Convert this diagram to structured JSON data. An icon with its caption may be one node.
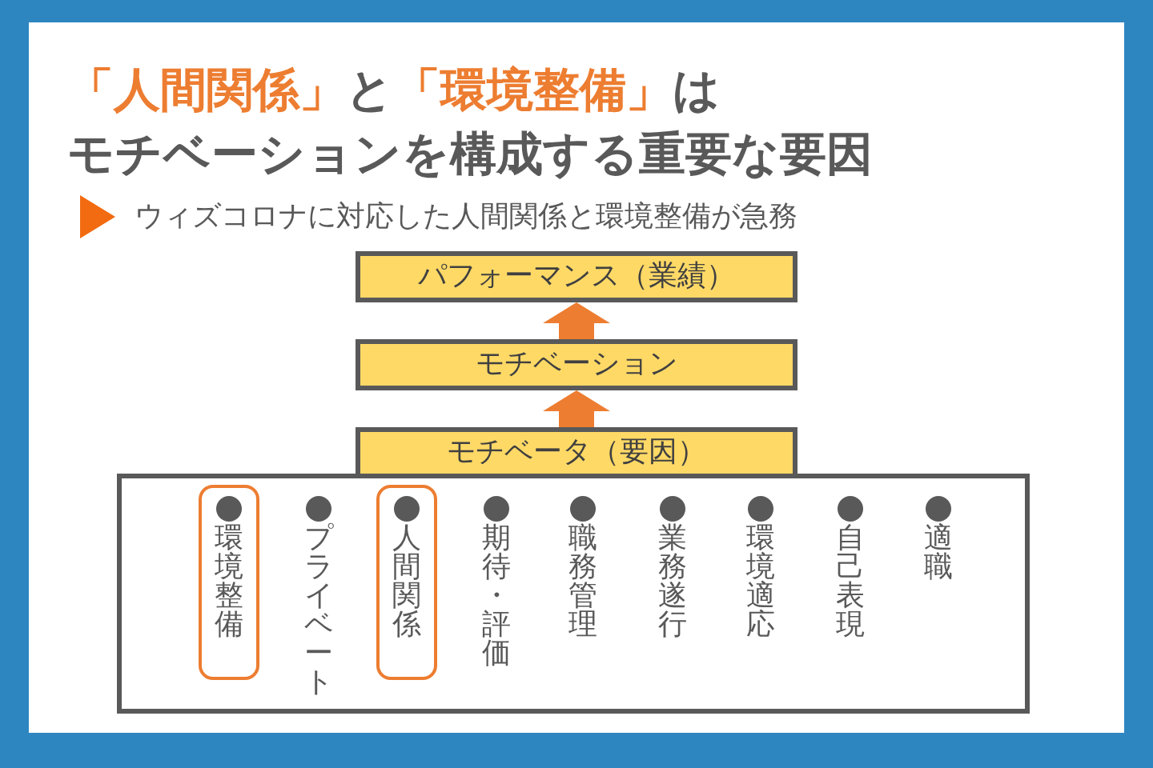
{
  "diagram": {
    "title": "**「人間関係」**と**「環境整備」**はモチベーションを構成する重要な要因",
    "nodes": [
      {
        "text": [
          "パフォーマンス（業績）"
        ]
      },
      {
        "text": [
          "モチベーション"
        ]
      },
      {
        "text": [
          "モチベータ（要因）"
        ]
      },
      {
        "text": [],
        "shape": "box"
      },
      {
        "text": [
          "環境整備"
        ],
        "in": 3
      },
      {
        "text": [
          "プライベート"
        ],
        "in": 3
      },
      {
        "text": [
          "人間関係"
        ],
        "in": 3
      },
      {
        "text": [
          "期待・評価"
        ],
        "in": 3
      },
      {
        "text": [
          "職務管理"
        ],
        "in": 3
      },
      {
        "text": [
          "業務遂行"
        ],
        "in": 3
      },
      {
        "text": [
          "環境適応"
        ],
        "in": 3
      },
      {
        "text": [
          "自己表現"
        ],
        "in": 3
      },
      {
        "text": [
          "適職"
        ],
        "in": 3
      }
    ],
    "edges": [
      {
        "from": 2,
        "to": 1,
        "arrow": "to"
      },
      {
        "from": 1,
        "to": 0,
        "arrow": "to"
      }
    ],
    "labels": [
      "ウィズコロナに対応した人間関係と環境整備が急務"
    ]
  }
}
